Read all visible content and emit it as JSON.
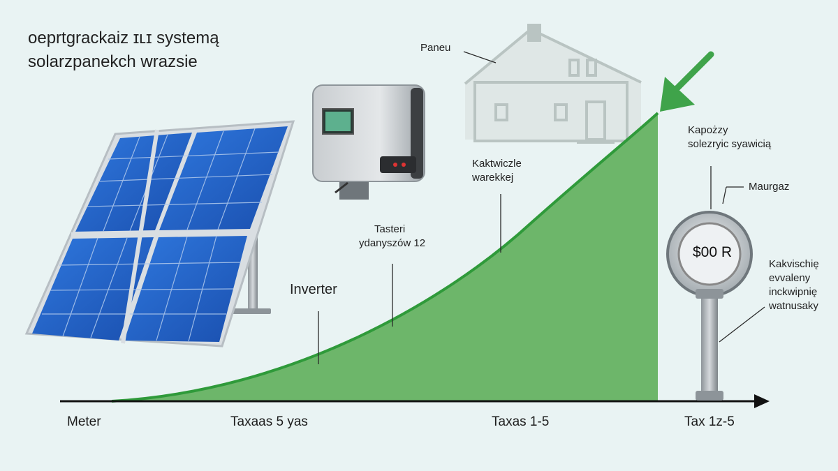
{
  "title": {
    "line1": "oeprtgrackaiz ɪʟɪ systemą",
    "line2": "solarzpanekch wrazsie"
  },
  "labels": {
    "paneu": "Paneu",
    "inverter": "Inverter",
    "tasteri_line1": "Tasteri",
    "tasteri_line2": "ydanyszów 12",
    "kaktwiczle_line1": "Kaktwiczle",
    "kaktwiczle_line2": "warekkej",
    "kapozzy_line1": "Kapożzy",
    "kapozzy_line2": "solezryic syawicią",
    "maurgaz": "Maurgaz",
    "kakvischie_line1": "Kakvischię",
    "kakvischie_line2": "evvaleny",
    "kakvischie_line3": "inckwipnię",
    "kakvischie_line4": "watnusaky"
  },
  "meter_display": "$00 R",
  "axis": {
    "meter": "Meter",
    "taxas5": "Taxaas 5 yas",
    "taxas15": "Taxas 1-5",
    "tax12": "Tax 1z-5"
  },
  "colors": {
    "background": "#e9f3f3",
    "curve_fill": "#6db66a",
    "curve_line": "#2f9a3a",
    "arrow": "#3fa34a",
    "panel_cell": "#1f5fc4",
    "house": "#b9c4c2"
  }
}
